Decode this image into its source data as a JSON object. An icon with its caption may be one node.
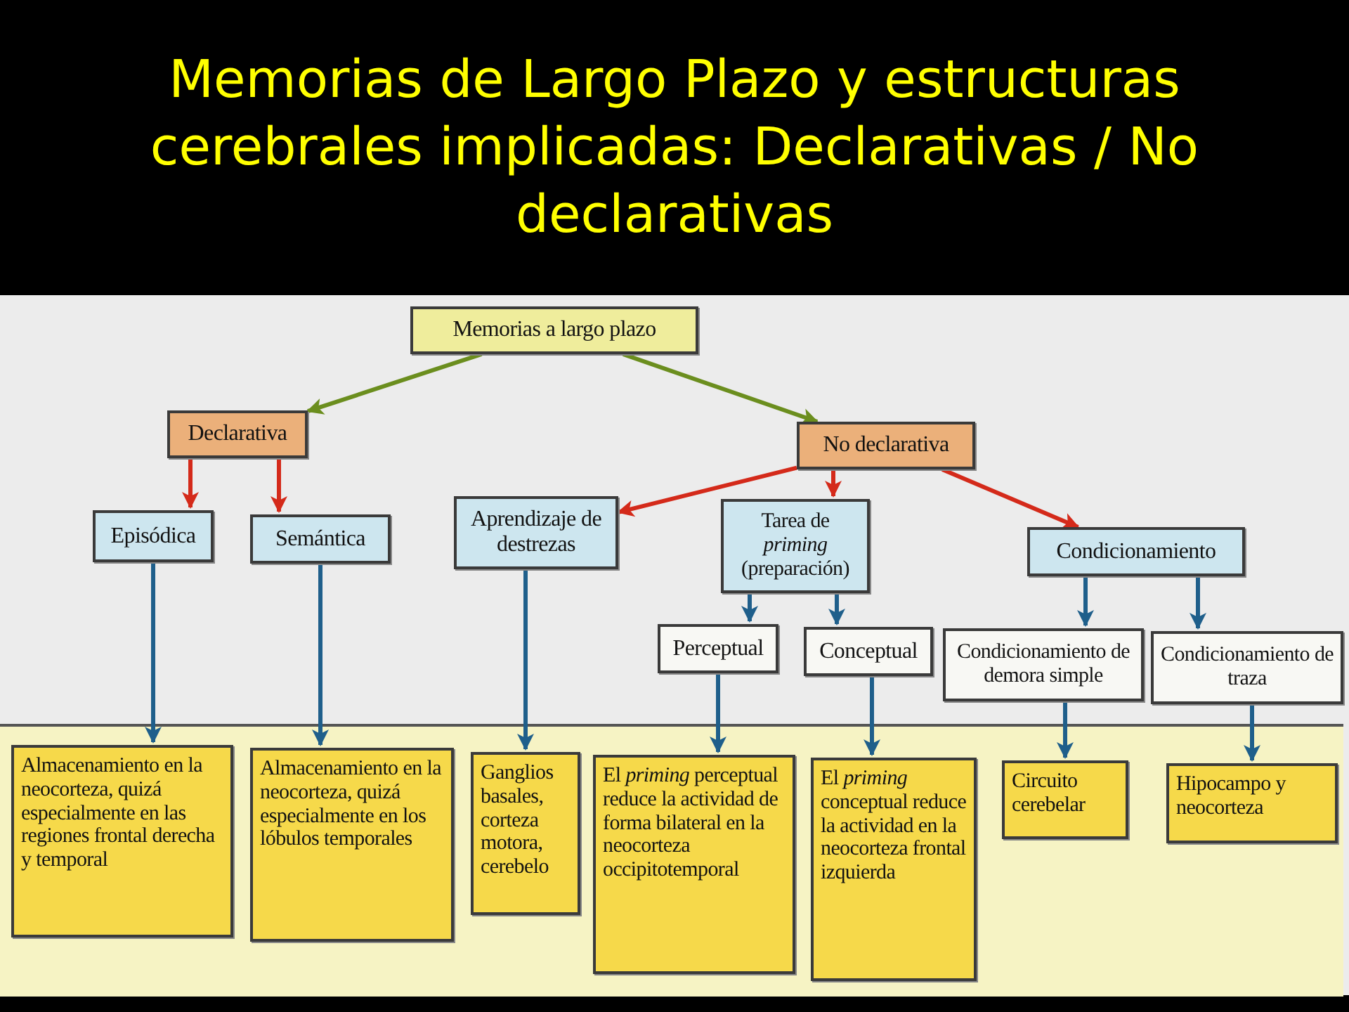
{
  "diagram": {
    "title": "Memorias de Largo Plazo y estructuras cerebrales implicadas: Declarativas / No declarativas",
    "nodes": [
      {
        "text": [
          "Memorias a largo plazo"
        ]
      },
      {
        "text": [
          "Declarativa"
        ]
      },
      {
        "text": [
          "No declarativa"
        ]
      },
      {
        "text": [
          "Episódica"
        ]
      },
      {
        "text": [
          "Semántica"
        ]
      },
      {
        "text": [
          "Aprendizaje de destrezas"
        ]
      },
      {
        "text": [
          "Tarea de *priming* (preparación)"
        ]
      },
      {
        "text": [
          "Condicionamiento"
        ]
      },
      {
        "text": [
          "Perceptual"
        ]
      },
      {
        "text": [
          "Conceptual"
        ]
      },
      {
        "text": [
          "Condicionamiento de demora simple"
        ]
      },
      {
        "text": [
          "Condicionamiento de traza"
        ]
      },
      {
        "text": [
          "Almacenamiento en la neocorteza, quizá especialmente en las regiones frontal derecha y temporal"
        ]
      },
      {
        "text": [
          "Almacenamiento en la neocorteza, quizá especialmente en los lóbulos temporales"
        ]
      },
      {
        "text": [
          "Ganglios basales, corteza motora, cerebelo"
        ]
      },
      {
        "text": [
          "El *priming* perceptual reduce la actividad de forma bilateral en la neocorteza occipitotemporal"
        ]
      },
      {
        "text": [
          "El *priming* conceptual reduce la actividad en la neocorteza frontal izquierda"
        ]
      },
      {
        "text": [
          "Circuito cerebelar"
        ]
      },
      {
        "text": [
          "Hipocampo y neocorteza"
        ]
      }
    ],
    "edges": [
      {
        "from": 0,
        "to": 1,
        "arrow": "to",
        "color": "#6b8e1e"
      },
      {
        "from": 0,
        "to": 2,
        "arrow": "to",
        "color": "#6b8e1e"
      },
      {
        "from": 1,
        "to": 3,
        "arrow": "to",
        "color": "#d42a1a"
      },
      {
        "from": 1,
        "to": 4,
        "arrow": "to",
        "color": "#d42a1a"
      },
      {
        "from": 2,
        "to": 5,
        "arrow": "to",
        "color": "#d42a1a"
      },
      {
        "from": 2,
        "to": 6,
        "arrow": "to",
        "color": "#d42a1a"
      },
      {
        "from": 2,
        "to": 7,
        "arrow": "to",
        "color": "#d42a1a"
      },
      {
        "from": 6,
        "to": 8,
        "arrow": "to"
      },
      {
        "from": 6,
        "to": 9,
        "arrow": "to"
      },
      {
        "from": 7,
        "to": 10,
        "arrow": "to"
      },
      {
        "from": 7,
        "to": 11,
        "arrow": "to"
      },
      {
        "from": 3,
        "to": 12,
        "arrow": "to"
      },
      {
        "from": 4,
        "to": 13,
        "arrow": "to"
      },
      {
        "from": 5,
        "to": 14,
        "arrow": "to"
      },
      {
        "from": 8,
        "to": 15,
        "arrow": "to"
      },
      {
        "from": 9,
        "to": 16,
        "arrow": "to"
      },
      {
        "from": 10,
        "to": 17,
        "arrow": "to"
      },
      {
        "from": 11,
        "to": 18,
        "arrow": "to"
      }
    ]
  }
}
